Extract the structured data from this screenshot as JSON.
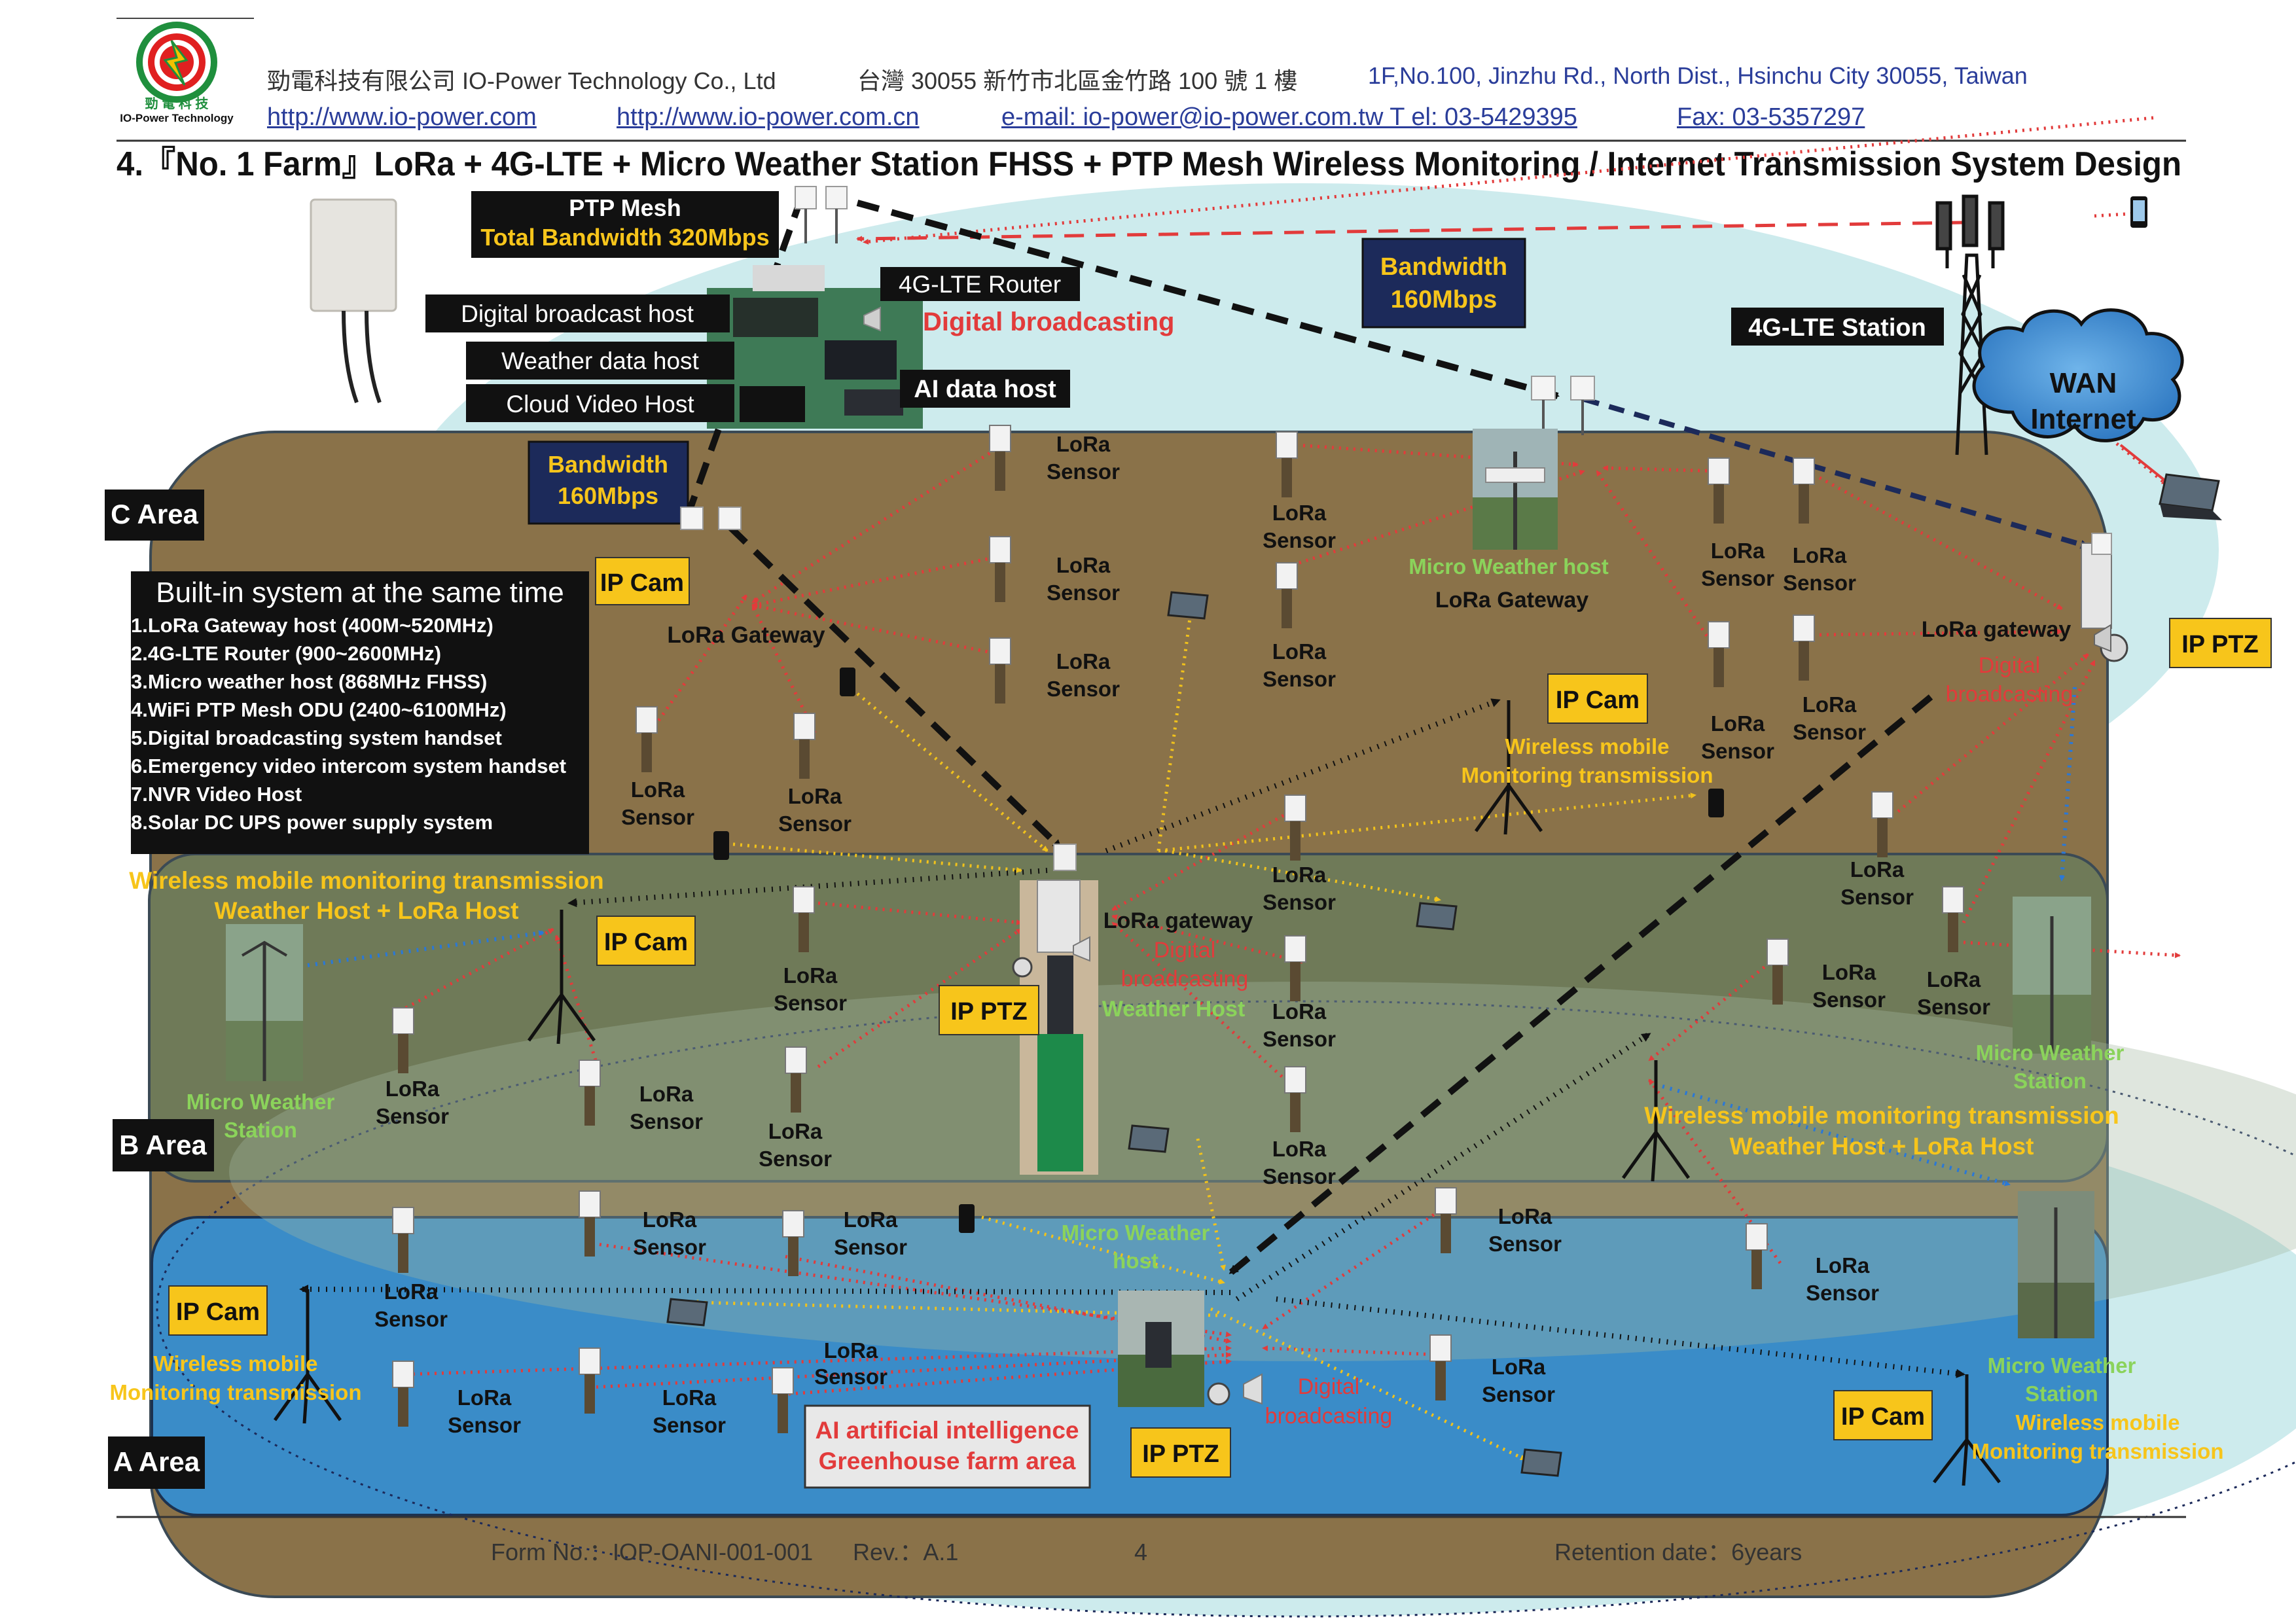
{
  "header": {
    "logo_text_cn": "勁 電 科 技",
    "logo_text_en": "IO-Power Technology",
    "company_cn": "勁電科技有限公司 IO-Power Technology Co., Ltd",
    "address_cn": "台灣 30055 新竹市北區金竹路 100 號 1 樓",
    "address_en": "1F,No.100, Jinzhu Rd., North Dist., Hsinchu City 30055, Taiwan",
    "url1": "http://www.io-power.com",
    "url2": "http://www.io-power.com.cn",
    "email_tel": "e-mail: io-power@io-power.com.tw T el: 03-5429395",
    "fax": "Fax: 03-5357297"
  },
  "title": "4.『No. 1 Farm』LoRa + 4G-LTE + Micro Weather Station FHSS + PTP Mesh Wireless Monitoring / Internet Transmission System Design",
  "areas": {
    "c": "C Area",
    "b": "B Area",
    "a": "A Area"
  },
  "top_labels": {
    "ptp_mesh_1": "PTP Mesh",
    "ptp_mesh_2": "Total Bandwidth 320Mbps",
    "digital_broadcast_host": "Digital broadcast host",
    "weather_data_host": "Weather data host",
    "cloud_video_host": "Cloud Video Host",
    "router_4g": "4G-LTE Router",
    "digital_broadcasting": "Digital broadcasting",
    "ai_data_host": "AI data host",
    "bandwidth_top_1": "Bandwidth",
    "bandwidth_top_2": "160Mbps",
    "station_4g": "4G-LTE Station",
    "wan_1": "WAN",
    "wan_2": "Internet",
    "bandwidth_c_1": "Bandwidth",
    "bandwidth_c_2": "160Mbps"
  },
  "builtin": {
    "title": "Built-in system at the same time",
    "items": [
      "1.LoRa Gateway host (400M~520MHz)",
      "2.4G-LTE Router (900~2600MHz)",
      "3.Micro weather host (868MHz FHSS)",
      "4.WiFi PTP Mesh ODU (2400~6100MHz)",
      "5.Digital broadcasting system handset",
      "6.Emergency video intercom system handset",
      "7.NVR Video Host",
      "8.Solar DC UPS power supply system"
    ]
  },
  "labels": {
    "lora": "LoRa",
    "sensor": "Sensor",
    "lora_sensor_inline": "LoRa Sensor",
    "ip_cam": "IP Cam",
    "ip_ptz": "IP PTZ",
    "lora_gateway_c": "LoRa Gateway",
    "lora_gateway_mid": "LoRa gateway",
    "lora_gateway_right": "LoRa gateway",
    "micro_weather_host_c": "Micro Weather host",
    "lora_gateway_c2": "LoRa Gateway",
    "digital": "Digital",
    "broadcasting": "broadcasting",
    "weather_host": "Weather Host",
    "wireless_mobile": "Wireless mobile",
    "monitoring_transmission": "Monitoring transmission",
    "wm_left_1": "Wireless mobile monitoring transmission",
    "wm_left_2": "Weather Host + LoRa Host",
    "wm_right_1": "Wireless mobile monitoring transmission",
    "wm_right_2": "Weather Host + LoRa Host",
    "micro_weather": "Micro Weather",
    "station": "Station",
    "micro_weather_host_a1": "Micro Weather",
    "micro_weather_host_a2": "host",
    "ai_greenhouse_1": "AI artificial intelligence",
    "ai_greenhouse_2": "Greenhouse farm area"
  },
  "footer": {
    "form_no": "Form No.：IOP-OANI-001-001",
    "rev": "Rev.：A.1",
    "page": "4",
    "retention": "Retention date：6years"
  },
  "colors": {
    "brown_area": "#8a7249",
    "green_area": "#6f7a58",
    "blue_area": "#3a8cc8",
    "sky": "#cdebed",
    "yellow_box": "#f7c51b",
    "navy_box": "#1c2a5a",
    "red_link": "#e23b3b",
    "yellow_link": "#f1c21b",
    "blue_link": "#2a78d6"
  }
}
